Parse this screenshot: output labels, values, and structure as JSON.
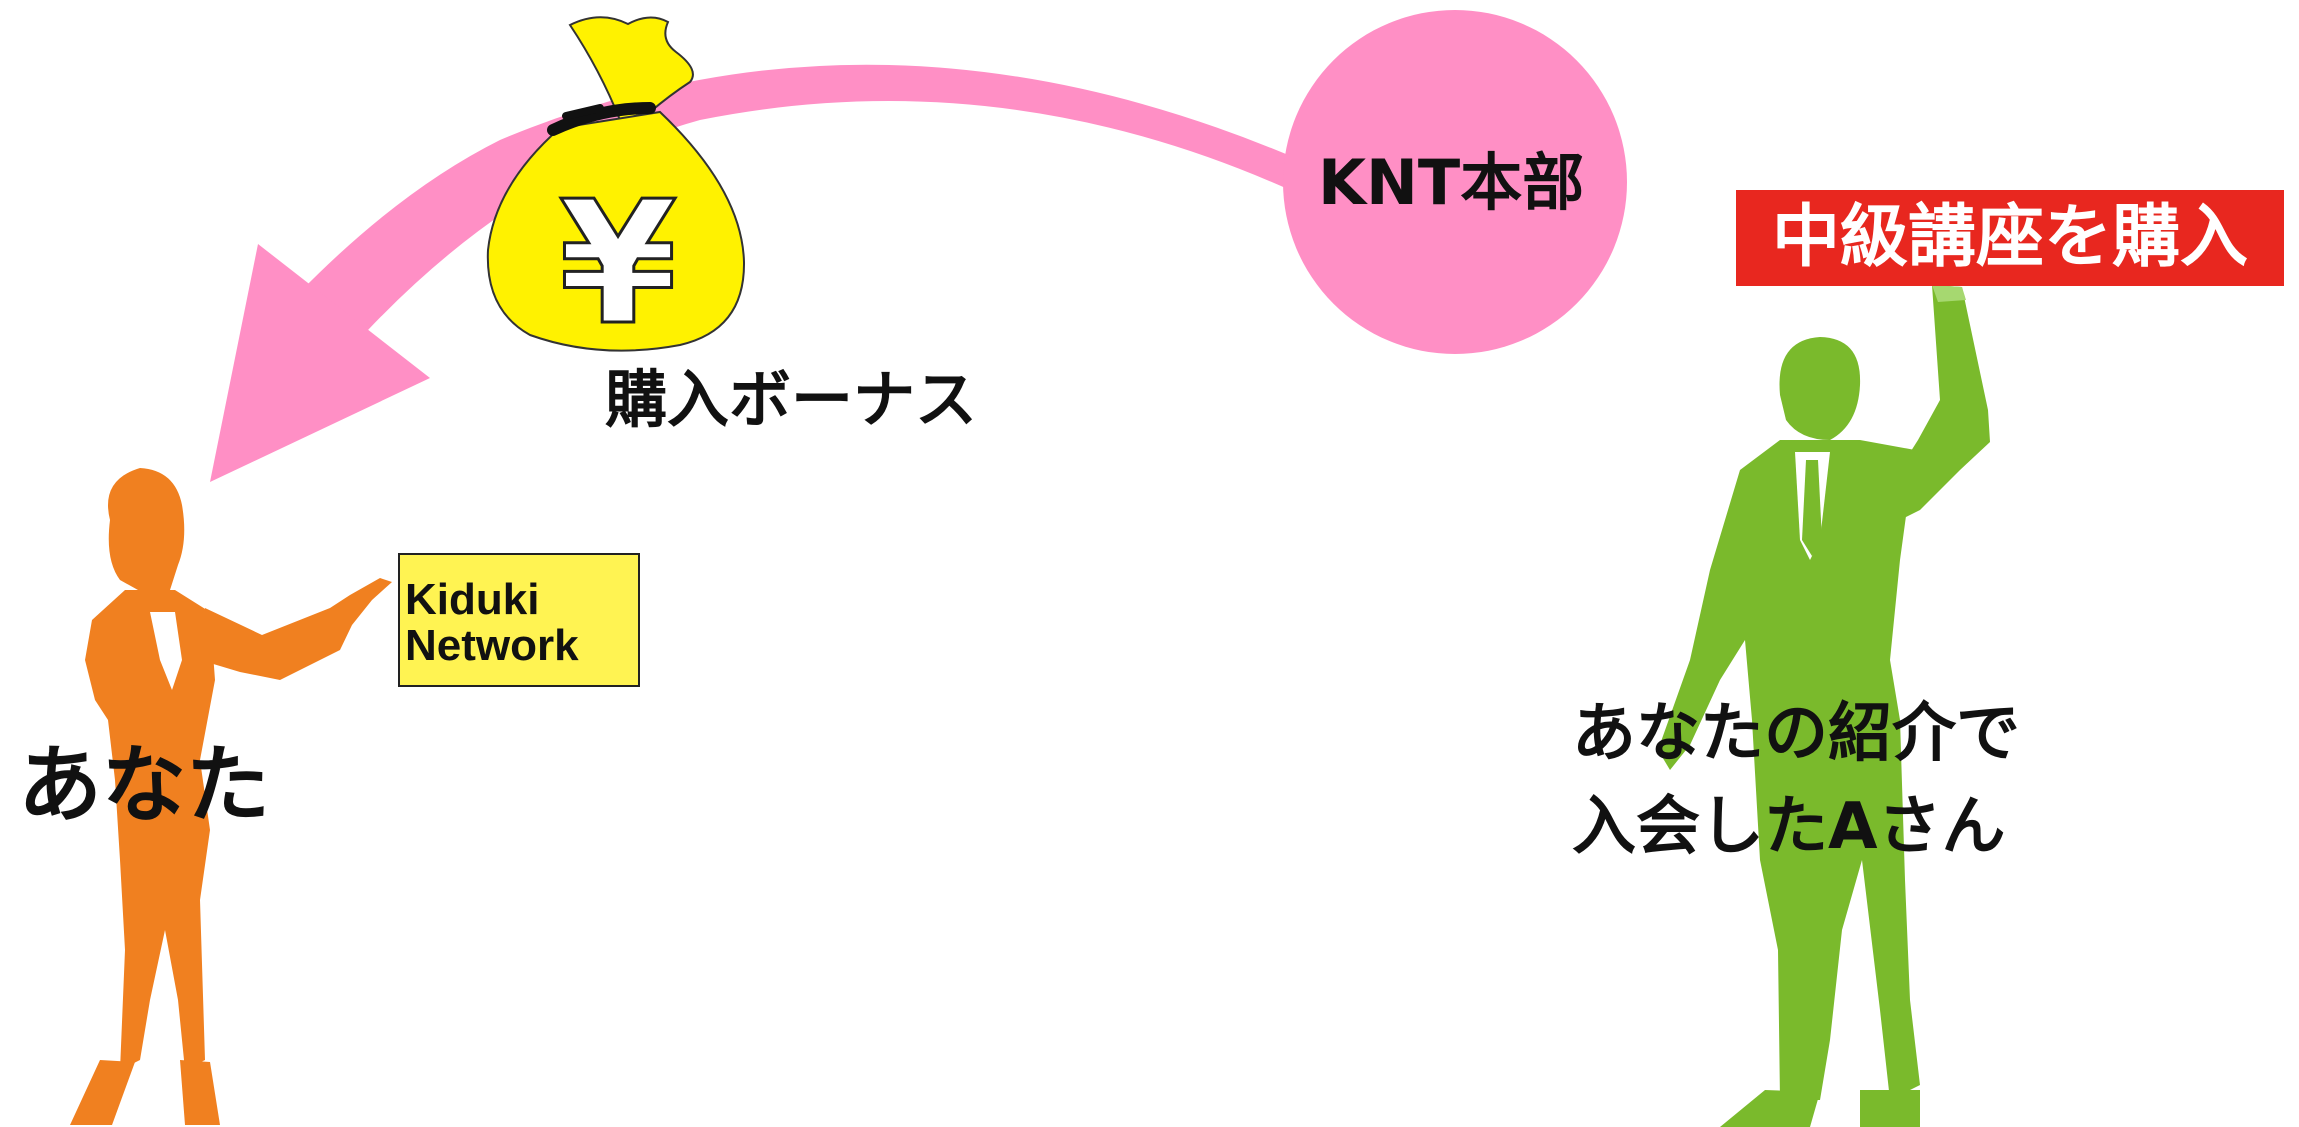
{
  "colors": {
    "arrow": "#ff8fc5",
    "hq_circle": "#ff8fc5",
    "money_bag": "#fff200",
    "you_figure": "#f08020",
    "friend_figure": "#7aba2c",
    "banner": "#e8271f",
    "logo_box": "#fff352"
  },
  "icons": {
    "money_bag": "yen-money-bag-icon",
    "you": "businesswoman-pointing-silhouette-icon",
    "friend": "businessman-raising-hand-silhouette-icon",
    "arrow": "curved-arrow-icon"
  },
  "hq": {
    "label": "KNT本部"
  },
  "bonus": {
    "label": "購入ボーナス",
    "symbol": "¥"
  },
  "banner": {
    "text": "中級講座を購入"
  },
  "logo": {
    "line1": "Kiduki",
    "line2": "Network"
  },
  "you": {
    "label": "あなた"
  },
  "friend": {
    "line1": "あなたの紹介で",
    "line2": "入会したAさん"
  }
}
